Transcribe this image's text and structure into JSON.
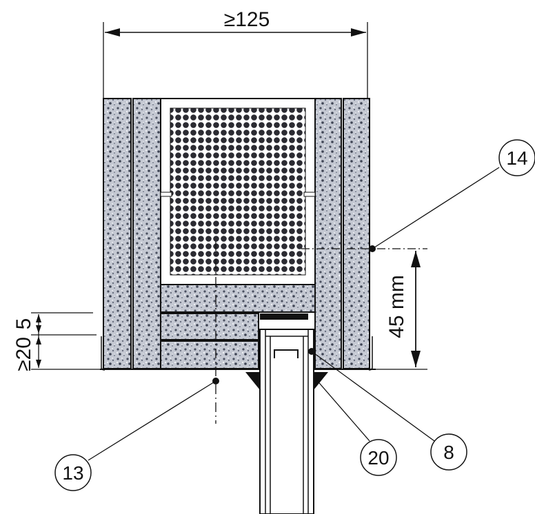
{
  "dimensions": {
    "overall_width": "≥125",
    "height_right": "45 mm",
    "left_top": "5",
    "left_bottom": "≥20"
  },
  "callouts": {
    "c13": "13",
    "c20": "20",
    "c8": "8",
    "c14": "14"
  },
  "colors": {
    "stroke": "#111111",
    "insulation_light": "#c9cdd6",
    "insulation_dark": "#5a6070",
    "grille_dot": "#2a2a30",
    "sheet_white": "#ffffff"
  }
}
